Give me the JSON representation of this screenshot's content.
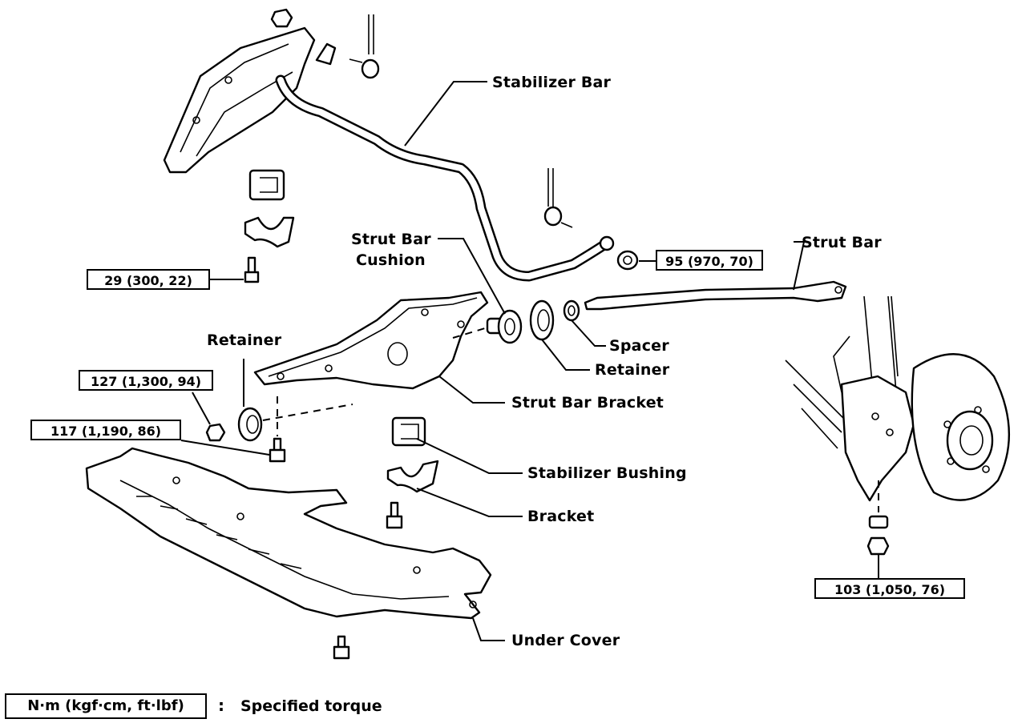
{
  "labels": {
    "stabilizer_bar": "Stabilizer Bar",
    "strut_bar_cushion_line1": "Strut Bar",
    "strut_bar_cushion_line2": "Cushion",
    "strut_bar": "Strut Bar",
    "spacer": "Spacer",
    "retainer_right": "Retainer",
    "retainer_left": "Retainer",
    "strut_bar_bracket": "Strut Bar Bracket",
    "stabilizer_bushing": "Stabilizer Bushing",
    "bracket": "Bracket",
    "under_cover": "Under Cover"
  },
  "torques": {
    "t29": "29 (300, 22)",
    "t95": "95 (970, 70)",
    "t127": "127 (1,300, 94)",
    "t117": "117 (1,190, 86)",
    "t103": "103 (1,050, 76)"
  },
  "legend": {
    "unit_box": "N·m (kgf·cm, ft·lbf)",
    "separator": ":",
    "description": "Specified torque"
  }
}
